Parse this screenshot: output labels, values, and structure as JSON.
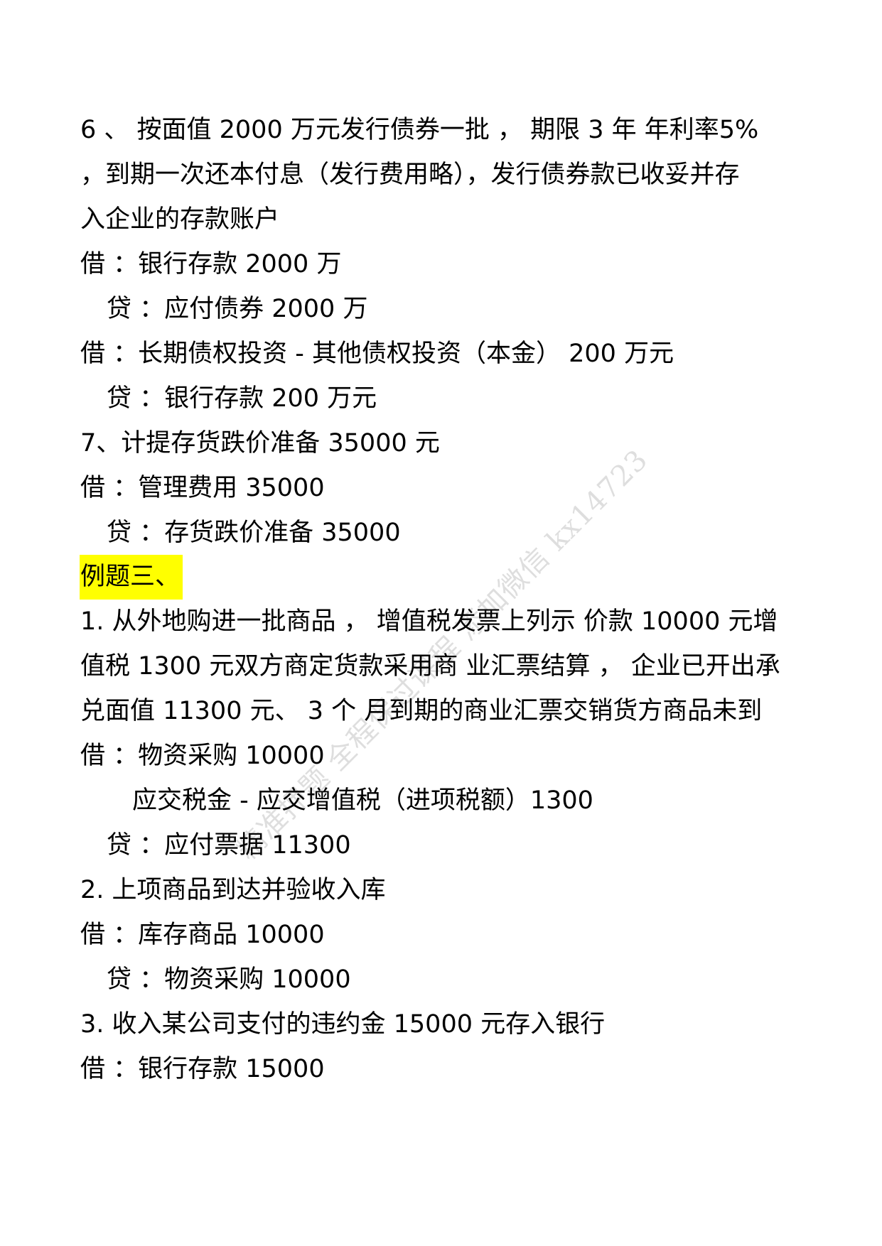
{
  "document": {
    "lines": [
      {
        "text": "6 、 按面值 2000 万元发行债券一批 ， 期限 3 年 年利率5%",
        "indent": 0
      },
      {
        "text": "，到期一次还本付息（发行费用略），发行债券款已收妥并存",
        "indent": 0
      },
      {
        "text": "入企业的存款账户",
        "indent": 0
      },
      {
        "text": "借 ：银行存款 2000 万",
        "indent": 0
      },
      {
        "text": "贷 ：应付债券 2000 万",
        "indent": 1
      },
      {
        "text": "借 ：长期债权投资 - 其他债权投资（本金） 200 万元",
        "indent": 0
      },
      {
        "text": "贷 ：银行存款 200 万元",
        "indent": 1
      },
      {
        "text": "7、计提存货跌价准备 35000 元",
        "indent": 0
      },
      {
        "text": "借 ：管理费用 35000",
        "indent": 0
      },
      {
        "text": "贷 ：存货跌价准备 35000",
        "indent": 1
      },
      {
        "text": "例题三、",
        "indent": 0,
        "highlight": true
      },
      {
        "text": "1.   从外地购进一批商品 ， 增值税发票上列示 价款 10000 元增",
        "indent": 0
      },
      {
        "text": "值税 1300 元双方商定货款采用商 业汇票结算 ， 企业已开出承",
        "indent": 0
      },
      {
        "text": "兑面值 11300 元、 3 个 月到期的商业汇票交销货方商品未到",
        "indent": 0
      },
      {
        "text": "借 ：物资采购 10000",
        "indent": 0
      },
      {
        "text": "应交税金 - 应交增值税（进项税额）1300",
        "indent": 2
      },
      {
        "text": "贷 ：应付票据 11300",
        "indent": 1
      },
      {
        "text": "2.   上项商品到达并验收入库",
        "indent": 0
      },
      {
        "text": "借 ：库存商品 10000",
        "indent": 0
      },
      {
        "text": "贷 ：物资采购 10000",
        "indent": 1
      },
      {
        "text": "3.   收入某公司支付的违约金 15000 元存入银行",
        "indent": 0
      },
      {
        "text": "借 ：银行存款 15000",
        "indent": 0
      }
    ],
    "highlight_color": "#ffff00",
    "text_color": "#000000"
  },
  "watermark": {
    "text": "精准押题 全程保过课程 添加微信 kx14723",
    "color": "#dddddd"
  }
}
